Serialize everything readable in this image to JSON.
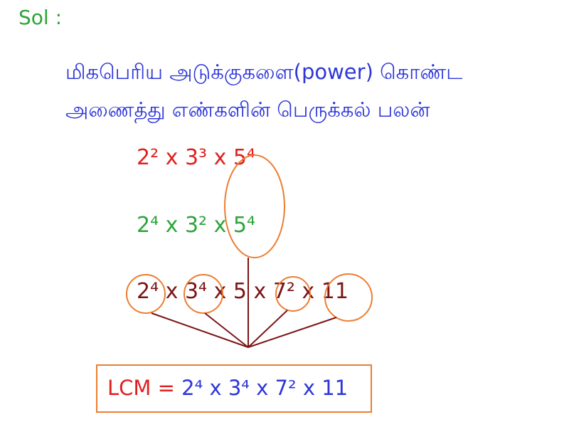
{
  "sol_label": "Sol :",
  "tamil_text": {
    "line1": "மிகபெரிய அடுக்குகளை(power) கொண்ட",
    "line2": "அணைத்து எண்களின் பெருக்கல் பலன்"
  },
  "expressions": {
    "expr1": {
      "a": "2²",
      "x1": " x ",
      "b": "3³",
      "x2": " x ",
      "c": "5⁴"
    },
    "expr2": {
      "a": "2⁴",
      "x1": " x ",
      "b": "3²",
      "x2": " x ",
      "c": "5⁴"
    },
    "expr3": {
      "a": "2⁴",
      "x1": " x ",
      "b": "3⁴",
      "x2": " x ",
      "c": "5",
      "x3": " x ",
      "d": "7²",
      "x4": " x ",
      "e": "11"
    }
  },
  "lcm": {
    "label": "LCM = ",
    "value": "2⁴ x 3⁴ x 7² x 11"
  },
  "colors": {
    "sol": "#2BA636",
    "tamil": "#2E37D8",
    "expr1": "#E0201F",
    "expr2": "#2EA43B",
    "expr3": "#7B1416",
    "lcm_label": "#E0201F",
    "lcm_value": "#2E37D8",
    "circle": "#ED7D31",
    "connector": "#7B1416"
  }
}
